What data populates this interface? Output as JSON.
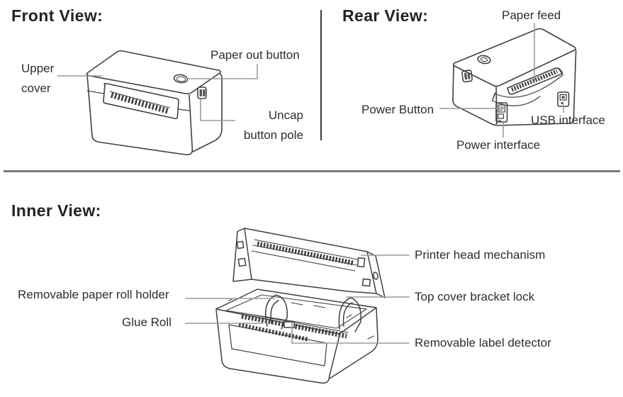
{
  "front_view": {
    "heading": "Front View:",
    "labels": {
      "upper_cover": "Upper cover",
      "paper_out_button": "Paper out button",
      "uncap_button_pole": "Uncap button pole"
    }
  },
  "rear_view": {
    "heading": "Rear View:",
    "labels": {
      "paper_feed": "Paper feed",
      "power_button": "Power Button",
      "usb_interface": "USB interface",
      "power_interface": "Power interface"
    }
  },
  "inner_view": {
    "heading": "Inner View:",
    "labels": {
      "printer_head_mechanism": "Printer head mechanism",
      "removable_paper_roll_holder": "Removable paper roll holder",
      "top_cover_bracket_lock": "Top cover bracket lock",
      "glue_roll": "Glue Roll",
      "removable_label_detector": "Removable label detector"
    }
  },
  "illustrations": {
    "front_printer": "label-printer-front-line-art",
    "rear_printer": "label-printer-rear-line-art",
    "inner_printer": "label-printer-open-lid-line-art"
  },
  "colors": {
    "ink": "#2e2e2e",
    "heading_ink": "#232323",
    "drawing_stroke": "#404040",
    "leader_line": "#9b9b9b",
    "divider_horizontal": "#7a7a7a",
    "divider_vertical": "#3a3a3a",
    "background": "#ffffff"
  }
}
